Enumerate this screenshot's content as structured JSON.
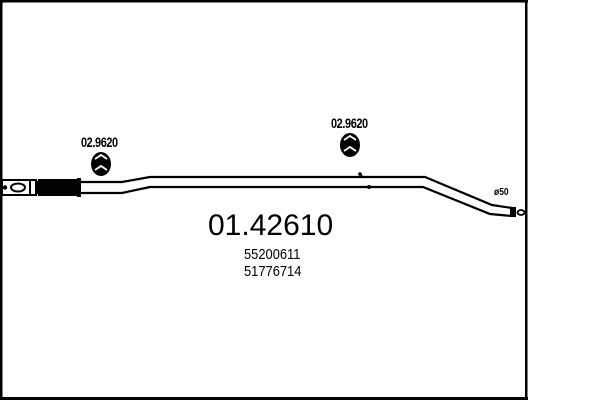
{
  "diagram": {
    "part_number": "01.42610",
    "oe_numbers": [
      "55200611",
      "51776714"
    ],
    "hangers": [
      {
        "label": "02.9620",
        "position": "left"
      },
      {
        "label": "02.9620",
        "position": "center"
      }
    ],
    "diameter_label": "ø50",
    "colors": {
      "line": "#000000",
      "background": "#ffffff"
    }
  }
}
